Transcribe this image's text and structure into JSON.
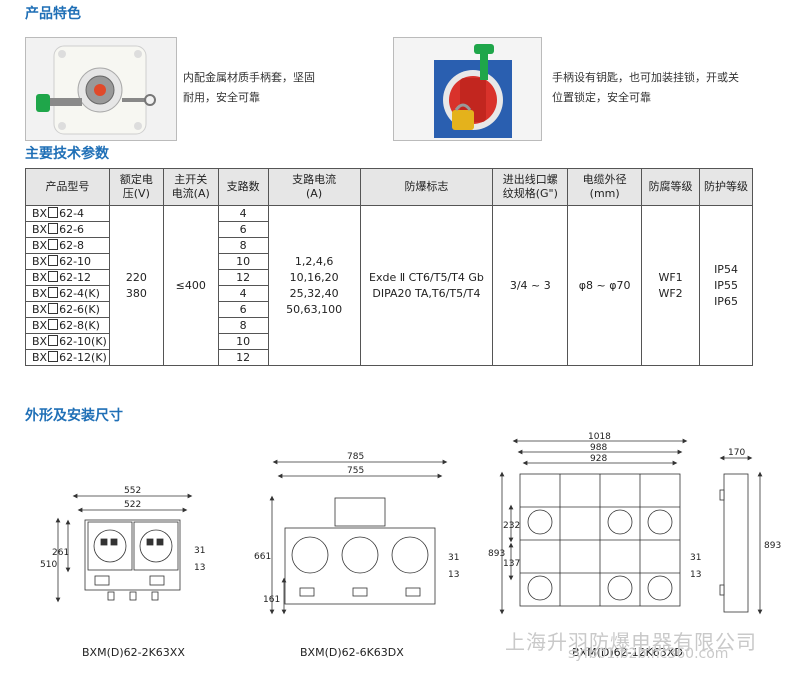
{
  "sections": {
    "features_title": "产品特色",
    "specs_title": "主要技术参数",
    "dims_title": "外形及安装尺寸"
  },
  "features": [
    {
      "text_line1": "内配金属材质手柄套，坚固",
      "text_line2": "耐用，安全可靠"
    },
    {
      "text_line1": "手柄设有钥匙，也可加装挂锁，开或关",
      "text_line2": "位置锁定，安全可靠"
    }
  ],
  "table": {
    "headers": {
      "model": "产品型号",
      "voltage_l1": "额定电",
      "voltage_l2": "压(V)",
      "current_l1": "主开关",
      "current_l2": "电流(A)",
      "circuits": "支路数",
      "branch_l1": "支路电流",
      "branch_l2": "(A)",
      "exmark": "防爆标志",
      "thread_l1": "进出线口螺",
      "thread_l2": "纹规格(G\")",
      "cable_l1": "电缆外径",
      "cable_l2": "(mm)",
      "corrosion": "防腐等级",
      "protection": "防护等级"
    },
    "rows": [
      {
        "prefix": "BX",
        "suffix": "62-4",
        "circuits": "4"
      },
      {
        "prefix": "BX",
        "suffix": "62-6",
        "circuits": "6"
      },
      {
        "prefix": "BX",
        "suffix": "62-8",
        "circuits": "8"
      },
      {
        "prefix": "BX",
        "suffix": "62-10",
        "circuits": "10"
      },
      {
        "prefix": "BX",
        "suffix": "62-12",
        "circuits": "12"
      },
      {
        "prefix": "BX",
        "suffix": "62-4(K)",
        "circuits": "4"
      },
      {
        "prefix": "BX",
        "suffix": "62-6(K)",
        "circuits": "6"
      },
      {
        "prefix": "BX",
        "suffix": "62-8(K)",
        "circuits": "8"
      },
      {
        "prefix": "BX",
        "suffix": "62-10(K)",
        "circuits": "10"
      },
      {
        "prefix": "BX",
        "suffix": "62-12(K)",
        "circuits": "12"
      }
    ],
    "voltage": [
      "220",
      "380"
    ],
    "main_current": "≤400",
    "branch_current": [
      "1,2,4,6",
      "10,16,20",
      "25,32,40",
      "50,63,100"
    ],
    "exmark": [
      "Exde Ⅱ CT6/T5/T4  Gb",
      "DIPA20 TA,T6/T5/T4"
    ],
    "thread": "3/4 ~ 3",
    "cable": "φ8 ~ φ70",
    "corrosion": [
      "WF1",
      "WF2"
    ],
    "protection": [
      "IP54",
      "IP55",
      "IP65"
    ]
  },
  "drawings": {
    "d1": {
      "caption": "BXM(D)62-2K63XX",
      "width_outer": "552",
      "width_inner": "522",
      "height_total": "510",
      "height_upper": "261",
      "side_a": "31",
      "side_b": "13"
    },
    "d2": {
      "caption": "BXM(D)62-6K63DX",
      "width_outer": "785",
      "width_inner": "755",
      "height_total": "661",
      "height_lower": "161",
      "side_a": "31",
      "side_b": "13"
    },
    "d3": {
      "caption": "BXM(D)62-12K63XD",
      "width_outer": "1018",
      "width_mid": "988",
      "width_inner": "928",
      "height_total": "893",
      "height_upper": "232",
      "height_lower": "137",
      "side_a": "31",
      "side_b": "13"
    },
    "d4": {
      "depth": "170",
      "height": "893"
    }
  },
  "watermark": {
    "company": "上海升羽防爆电器有限公司",
    "url": "syfb01.b2b.hc360.com"
  },
  "colors": {
    "accent": "#1f6fb6",
    "photo_blue": "#2a5fb0",
    "handle_red": "#d9322b",
    "key_green": "#1fa64a"
  }
}
